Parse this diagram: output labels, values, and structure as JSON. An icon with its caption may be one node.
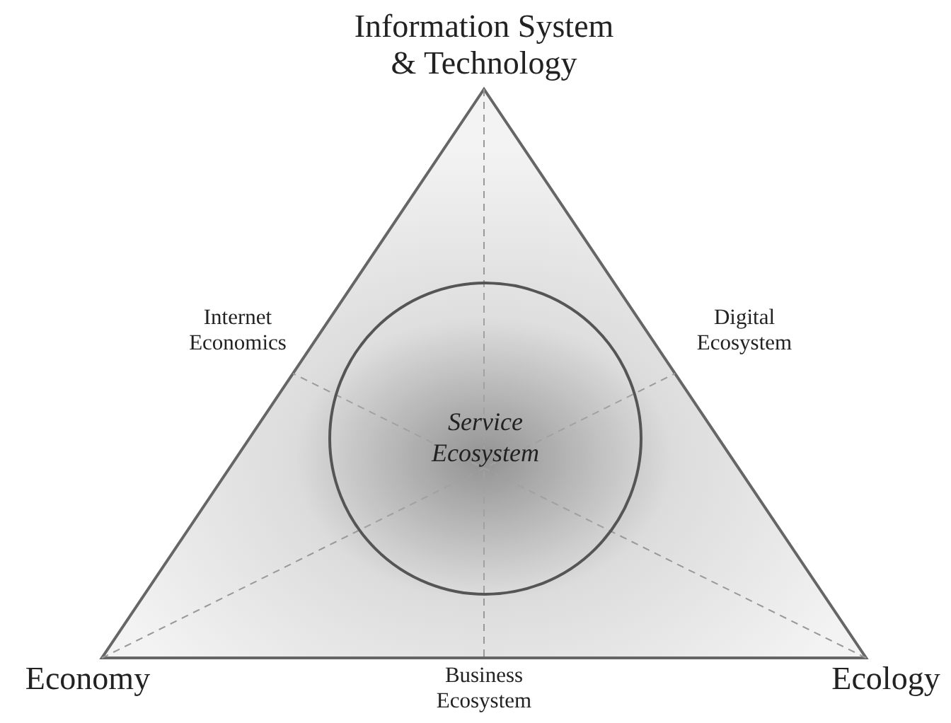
{
  "diagram": {
    "nodes": [
      {
        "text": [
          "Service Ecosystem"
        ]
      }
    ],
    "labels": [
      "Information System & Technology",
      "Internet Economics",
      "Digital Ecosystem",
      "Economy",
      "Business Ecosystem",
      "Ecology"
    ]
  }
}
